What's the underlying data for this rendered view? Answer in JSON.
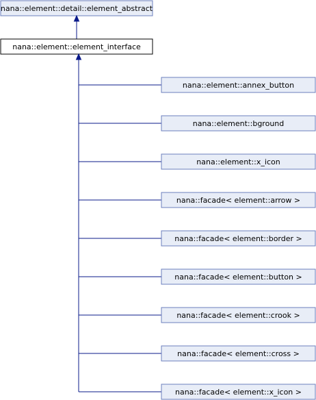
{
  "diagram": {
    "base": {
      "label": "nana::element::detail::element_abstract"
    },
    "current": {
      "label": "nana::element::element_interface"
    },
    "derived": [
      {
        "label": "nana::element::annex_button"
      },
      {
        "label": "nana::element::bground"
      },
      {
        "label": "nana::element::x_icon"
      },
      {
        "label": "nana::facade< element::arrow >"
      },
      {
        "label": "nana::facade< element::border >"
      },
      {
        "label": "nana::facade< element::button >"
      },
      {
        "label": "nana::facade< element::crook >"
      },
      {
        "label": "nana::facade< element::cross >"
      },
      {
        "label": "nana::facade< element::x_icon >"
      }
    ],
    "colors": {
      "node_fill": "#e8edf7",
      "node_border": "#6b7fbd",
      "current_fill": "#ffffff",
      "current_border": "#000000",
      "edge": "#0a1a8a"
    }
  }
}
